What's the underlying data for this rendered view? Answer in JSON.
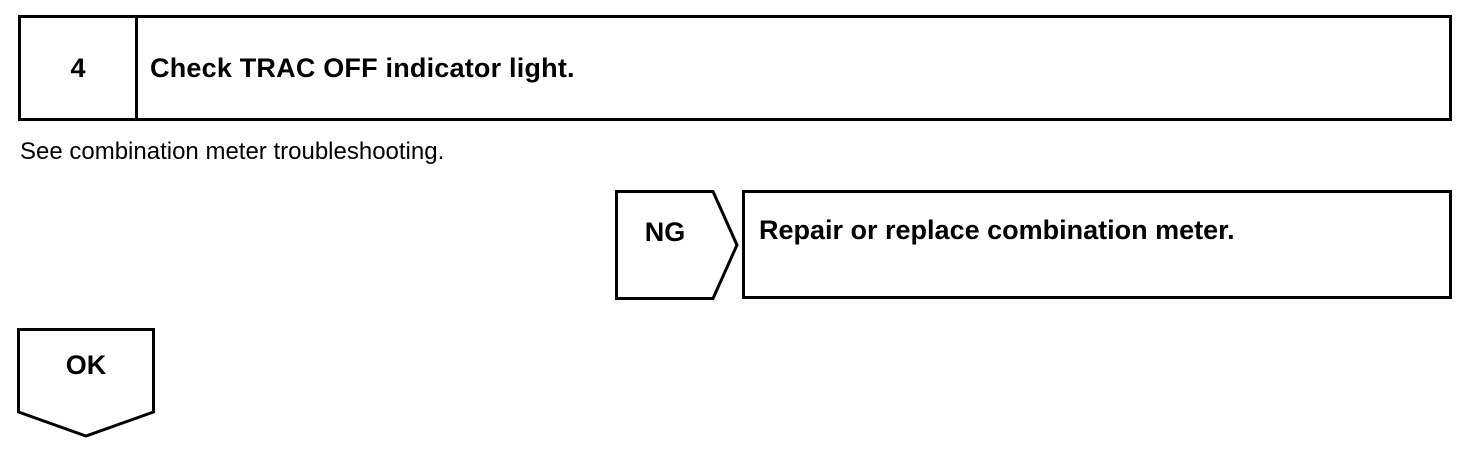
{
  "step": {
    "number": "4",
    "title": "Check TRAC OFF indicator light."
  },
  "note": "See combination meter troubleshooting.",
  "ng_branch": {
    "label": "NG",
    "action": "Repair or replace combination meter."
  },
  "ok_branch": {
    "label": "OK"
  }
}
